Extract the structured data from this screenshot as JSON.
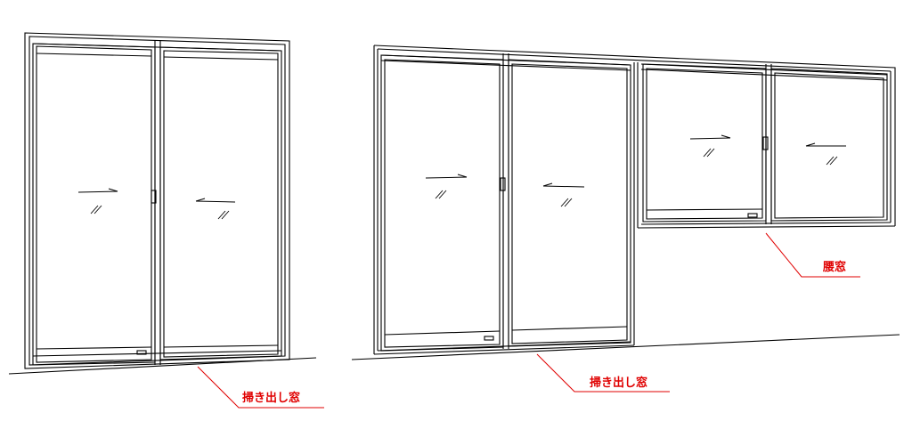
{
  "labels": {
    "sweep_left": "掃き出し窓",
    "sweep_right": "掃き出し窓",
    "waist": "腰窓"
  },
  "colors": {
    "line": "#000000",
    "label": "#e00000",
    "leader": "#e00000",
    "background": "#ffffff"
  },
  "annotations": {
    "leftward_arrow": "←",
    "rightward_arrow": "→",
    "glass_mark": "//"
  }
}
